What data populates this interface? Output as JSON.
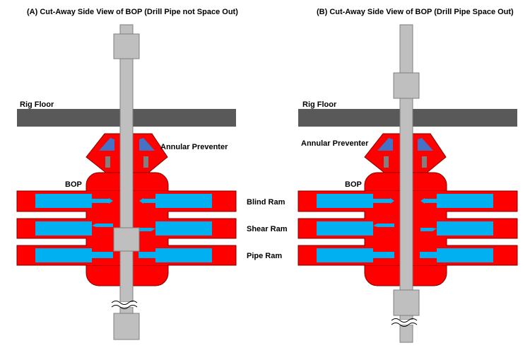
{
  "panel_a": {
    "title": "(A) Cut-Away Side View of BOP (Drill Pipe not Space Out)",
    "rig_floor": "Rig Floor",
    "annular": "Annular Preventer",
    "bop": "BOP",
    "blind_ram": "Blind Ram",
    "shear_ram": "Shear Ram",
    "pipe_ram": "Pipe Ram"
  },
  "panel_b": {
    "title": "(B) Cut-Away Side View of BOP (Drill Pipe Space Out)",
    "rig_floor": "Rig Floor",
    "annular": "Annular Preventer",
    "bop": "BOP"
  },
  "colors": {
    "bop_red": "#ff0000",
    "ram_blue": "#00b0f0",
    "annular_blue": "#4472c4",
    "pipe_grey": "#bfbfbf",
    "floor_grey": "#595959"
  }
}
